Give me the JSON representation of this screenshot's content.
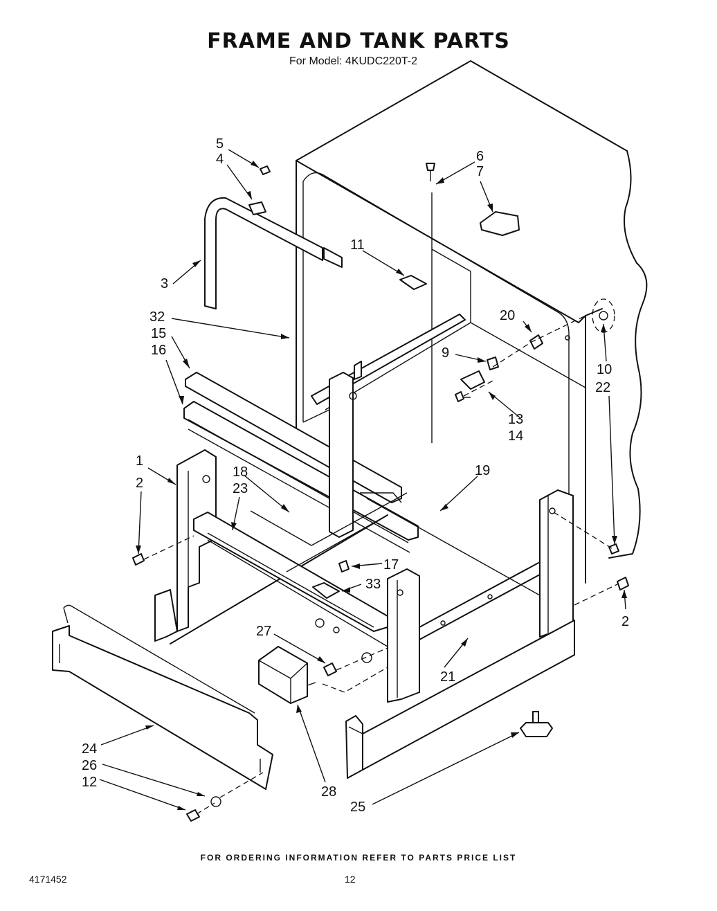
{
  "header": {
    "title": "FRAME AND TANK PARTS",
    "subtitle": "For Model: 4KUDC220T-2"
  },
  "callouts": [
    {
      "id": "c5",
      "label": "5"
    },
    {
      "id": "c4",
      "label": "4"
    },
    {
      "id": "c3",
      "label": "3"
    },
    {
      "id": "c6",
      "label": "6"
    },
    {
      "id": "c7",
      "label": "7"
    },
    {
      "id": "c11",
      "label": "11"
    },
    {
      "id": "c32",
      "label": "32"
    },
    {
      "id": "c15",
      "label": "15"
    },
    {
      "id": "c16",
      "label": "16"
    },
    {
      "id": "c20",
      "label": "20"
    },
    {
      "id": "c9",
      "label": "9"
    },
    {
      "id": "c10",
      "label": "10"
    },
    {
      "id": "c22",
      "label": "22"
    },
    {
      "id": "c13",
      "label": "13"
    },
    {
      "id": "c14",
      "label": "14"
    },
    {
      "id": "c1",
      "label": "1"
    },
    {
      "id": "c2a",
      "label": "2"
    },
    {
      "id": "c18",
      "label": "18"
    },
    {
      "id": "c23",
      "label": "23"
    },
    {
      "id": "c19",
      "label": "19"
    },
    {
      "id": "c17",
      "label": "17"
    },
    {
      "id": "c33",
      "label": "33"
    },
    {
      "id": "c2b",
      "label": "2"
    },
    {
      "id": "c27",
      "label": "27"
    },
    {
      "id": "c21",
      "label": "21"
    },
    {
      "id": "c24",
      "label": "24"
    },
    {
      "id": "c26",
      "label": "26"
    },
    {
      "id": "c12",
      "label": "12"
    },
    {
      "id": "c28",
      "label": "28"
    },
    {
      "id": "c25",
      "label": "25"
    }
  ],
  "footer": {
    "ordering_note": "FOR ORDERING INFORMATION REFER TO PARTS PRICE LIST",
    "document_number": "4171452",
    "page_number": "12"
  }
}
